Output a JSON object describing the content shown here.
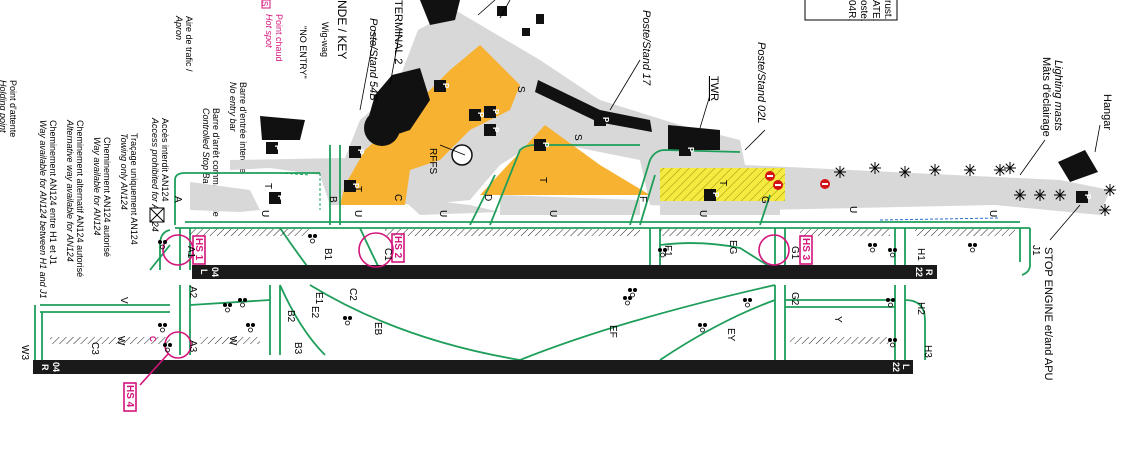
{
  "legend": {
    "title": "NDE / KEY",
    "hotspot_code": "S",
    "items": [
      {
        "fr": "Point chaud",
        "en": "Hot spot",
        "magenta": true
      },
      {
        "fr": "\"NO ENTRY\"",
        "en": ""
      },
      {
        "fr": "Wig-wag",
        "en": ""
      },
      {
        "fr": "Barre d'entrée interdite",
        "en": "No entry bar"
      },
      {
        "fr": "Barre d'arrêt commandable",
        "en": "Controlled Stop Bar"
      },
      {
        "fr": "Aire de trafic /",
        "en": "Apron"
      },
      {
        "fr": "Accès interdit AN124",
        "en": "Access prohibited for AN124"
      },
      {
        "fr": "Traçage uniquement AN124",
        "en": "Towing only AN124"
      },
      {
        "fr": "Cheminement AN124 autorisé",
        "en": "Way available for AN124"
      },
      {
        "fr": "Cheminement alternatif AN124 autorisé",
        "en": "Alternative way available for AN124"
      },
      {
        "fr": "Cheminement AN124 entre H1 et J1",
        "en": "Way available for AN124 between H1 and J1"
      },
      {
        "fr": "Point d'attente",
        "en": "Holding point"
      }
    ]
  },
  "top_box": {
    "lines": [
      "rust.",
      "ATE.",
      "oste.",
      "04R."
    ]
  },
  "labels": {
    "terminal": "TERMINAL 2",
    "stand54b": "Poste/Stand 54B",
    "stand17": "Poste/Stand 17",
    "stand02l": "Poste/Stand 02L",
    "twr": "TWR",
    "rffs": "RFFS",
    "hangar": "Hangar",
    "masts_fr": "Mâts d'éclairage",
    "masts_en": "Lighting masts",
    "stop_engine": "STOP ENGINE et/and APU"
  },
  "runways": [
    {
      "name": "04L/22R",
      "left": "04",
      "left_sub": "L",
      "right": "22",
      "right_sub": "R"
    },
    {
      "name": "04R/22L",
      "left": "04",
      "left_sub": "R",
      "right": "22",
      "right_sub": "L"
    }
  ],
  "taxiways": [
    "A",
    "B",
    "C",
    "D",
    "F",
    "G",
    "T",
    "U",
    "S",
    "V",
    "W",
    "Y",
    "EB",
    "EF",
    "EG",
    "EY",
    "C2",
    "E1",
    "E2"
  ],
  "holding_points": [
    "A1",
    "A2",
    "A3",
    "B1",
    "B2",
    "B3",
    "C1",
    "C3",
    "F1",
    "G1",
    "G2",
    "H1",
    "H2",
    "H3",
    "J1",
    "W3"
  ],
  "hotspots": [
    "HS 1",
    "HS 2",
    "HS 3",
    "HS 4"
  ],
  "hs4_code": "C",
  "parking": "P",
  "colors": {
    "taxi_green": "#1e9e5a",
    "apron_orange": "#f7b232",
    "apron_grey": "#d8d8d8",
    "hotspot_magenta": "#d4147c",
    "runway": "#1a1a1a",
    "yellow_hatch": "#f0e020"
  }
}
